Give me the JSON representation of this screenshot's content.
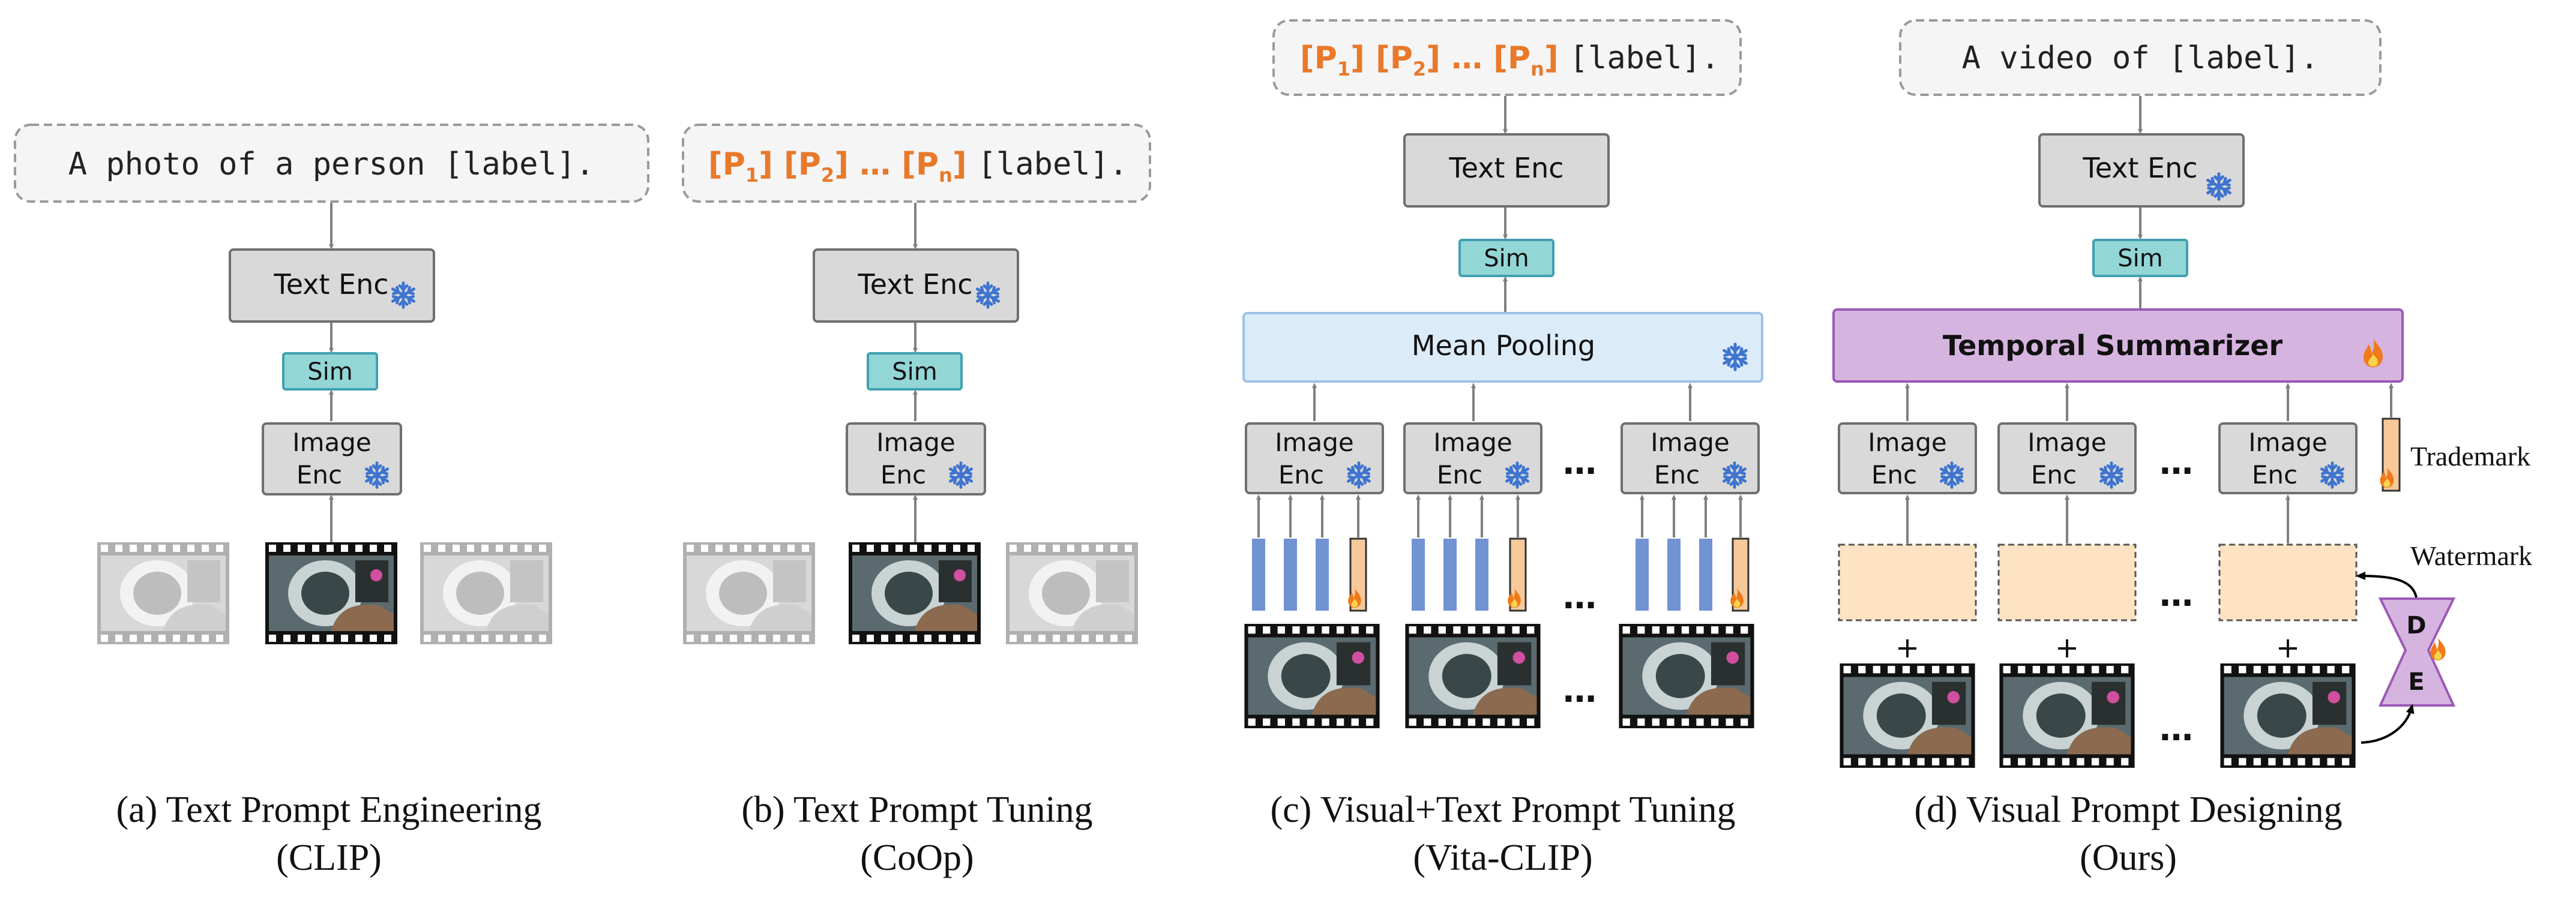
{
  "panels": [
    {
      "id": "a",
      "prompt": "A photo of a person [label].",
      "text_enc": "Text Enc",
      "sim": "Sim",
      "image_enc_line1": "Image",
      "image_enc_line2": "Enc",
      "caption_line1": "(a) Text Prompt Engineering",
      "caption_line2": "(CLIP)"
    },
    {
      "id": "b",
      "prompt_token_1": "P",
      "prompt_sub_1": "1",
      "prompt_token_2": "P",
      "prompt_sub_2": "2",
      "prompt_ellipsis": "…",
      "prompt_token_n": "P",
      "prompt_sub_n": "n",
      "prompt_label": "[label].",
      "text_enc": "Text Enc",
      "sim": "Sim",
      "image_enc_line1": "Image",
      "image_enc_line2": "Enc",
      "caption_line1": "(b) Text Prompt Tuning",
      "caption_line2": "(CoOp)"
    },
    {
      "id": "c",
      "prompt_token_1": "P",
      "prompt_sub_1": "1",
      "prompt_token_2": "P",
      "prompt_sub_2": "2",
      "prompt_ellipsis": "…",
      "prompt_token_n": "P",
      "prompt_sub_n": "n",
      "prompt_label": "[label].",
      "text_enc": "Text Enc",
      "sim": "Sim",
      "pooling": "Mean Pooling",
      "image_enc_line1": "Image",
      "image_enc_line2": "Enc",
      "dots": "…",
      "caption_line1": "(c) Visual+Text Prompt Tuning",
      "caption_line2": "(Vita-CLIP)"
    },
    {
      "id": "d",
      "prompt": "A video of [label].",
      "text_enc": "Text Enc",
      "sim": "Sim",
      "summarizer": "Temporal Summarizer",
      "image_enc_line1": "Image",
      "image_enc_line2": "Enc",
      "dots": "…",
      "plus": "+",
      "trademark": "Trademark",
      "watermark": "Watermark",
      "decoder_letter": "D",
      "encoder_letter": "E",
      "caption_line1": "(d) Visual Prompt Designing",
      "caption_line2": "(Ours)"
    }
  ],
  "colors": {
    "box_fill": "#d9d9d9",
    "box_stroke": "#6f6f6f",
    "sim_fill": "#93d6d6",
    "sim_stroke": "#3fa0b0",
    "pooling_fill": "#dcebf8",
    "pooling_stroke": "#9dc1e6",
    "summarizer_fill": "#d6b4e0",
    "summarizer_stroke": "#9b59b6",
    "prompt_token": "#e8792b",
    "visual_token": "#7093d4",
    "learnable_token": "#f7c99a",
    "watermark_fill": "#fde3c2",
    "snowflake": "#3f74cf",
    "fire": "#f07a1a",
    "arrow": "#808080"
  },
  "icons": [
    "snowflake-icon",
    "fire-icon",
    "film-frame-icon"
  ]
}
